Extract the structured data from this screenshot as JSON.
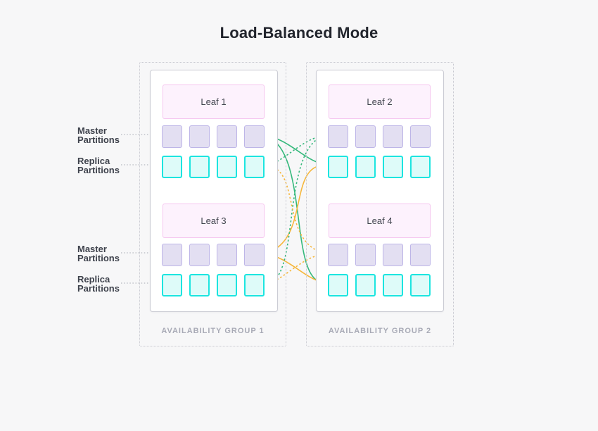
{
  "title": "Load-Balanced Mode",
  "groups": [
    {
      "label": "AVAILABILITY GROUP 1",
      "leaves": [
        {
          "name": "Leaf 1",
          "master_partitions": 4,
          "replica_partitions": 4
        },
        {
          "name": "Leaf 3",
          "master_partitions": 4,
          "replica_partitions": 4
        }
      ]
    },
    {
      "label": "AVAILABILITY GROUP 2",
      "leaves": [
        {
          "name": "Leaf 2",
          "master_partitions": 4,
          "replica_partitions": 4
        },
        {
          "name": "Leaf 4",
          "master_partitions": 4,
          "replica_partitions": 4
        }
      ]
    }
  ],
  "side_labels": [
    {
      "text": "Master Partitions"
    },
    {
      "text": "Replica Partitions"
    },
    {
      "text": "Master Partitions"
    },
    {
      "text": "Replica Partitions"
    }
  ],
  "connections": [
    {
      "from": "leaf1-master-partitions",
      "to": "leaf2-replica-partitions",
      "style": "solid",
      "color": "#35b97c"
    },
    {
      "from": "leaf1-master-partitions",
      "to": "leaf4-replica-partitions",
      "style": "solid",
      "color": "#35b97c"
    },
    {
      "from": "leaf3-master-partitions",
      "to": "leaf2-replica-partitions",
      "style": "solid",
      "color": "#f6b73c"
    },
    {
      "from": "leaf3-master-partitions",
      "to": "leaf4-replica-partitions",
      "style": "solid",
      "color": "#f6b73c"
    },
    {
      "from": "leaf2-master-partitions",
      "to": "leaf1-replica-partitions",
      "style": "dotted",
      "color": "#35b97c"
    },
    {
      "from": "leaf2-master-partitions",
      "to": "leaf3-replica-partitions",
      "style": "dotted",
      "color": "#35b97c"
    },
    {
      "from": "leaf4-master-partitions",
      "to": "leaf1-replica-partitions",
      "style": "dotted",
      "color": "#f6b73c"
    },
    {
      "from": "leaf4-master-partitions",
      "to": "leaf3-replica-partitions",
      "style": "dotted",
      "color": "#f6b73c"
    }
  ],
  "colors": {
    "background": "#f7f7f8",
    "accent_green": "#35b97c",
    "accent_orange": "#f6b73c",
    "master_fill": "#e3dff2",
    "master_border": "#bdb5e7",
    "replica_fill": "#defbf9",
    "replica_border": "#1ce5e0",
    "leaf_fill": "#fdf2fd",
    "leaf_border": "#f5c5ef",
    "group_label_text": "#a8aab6"
  }
}
